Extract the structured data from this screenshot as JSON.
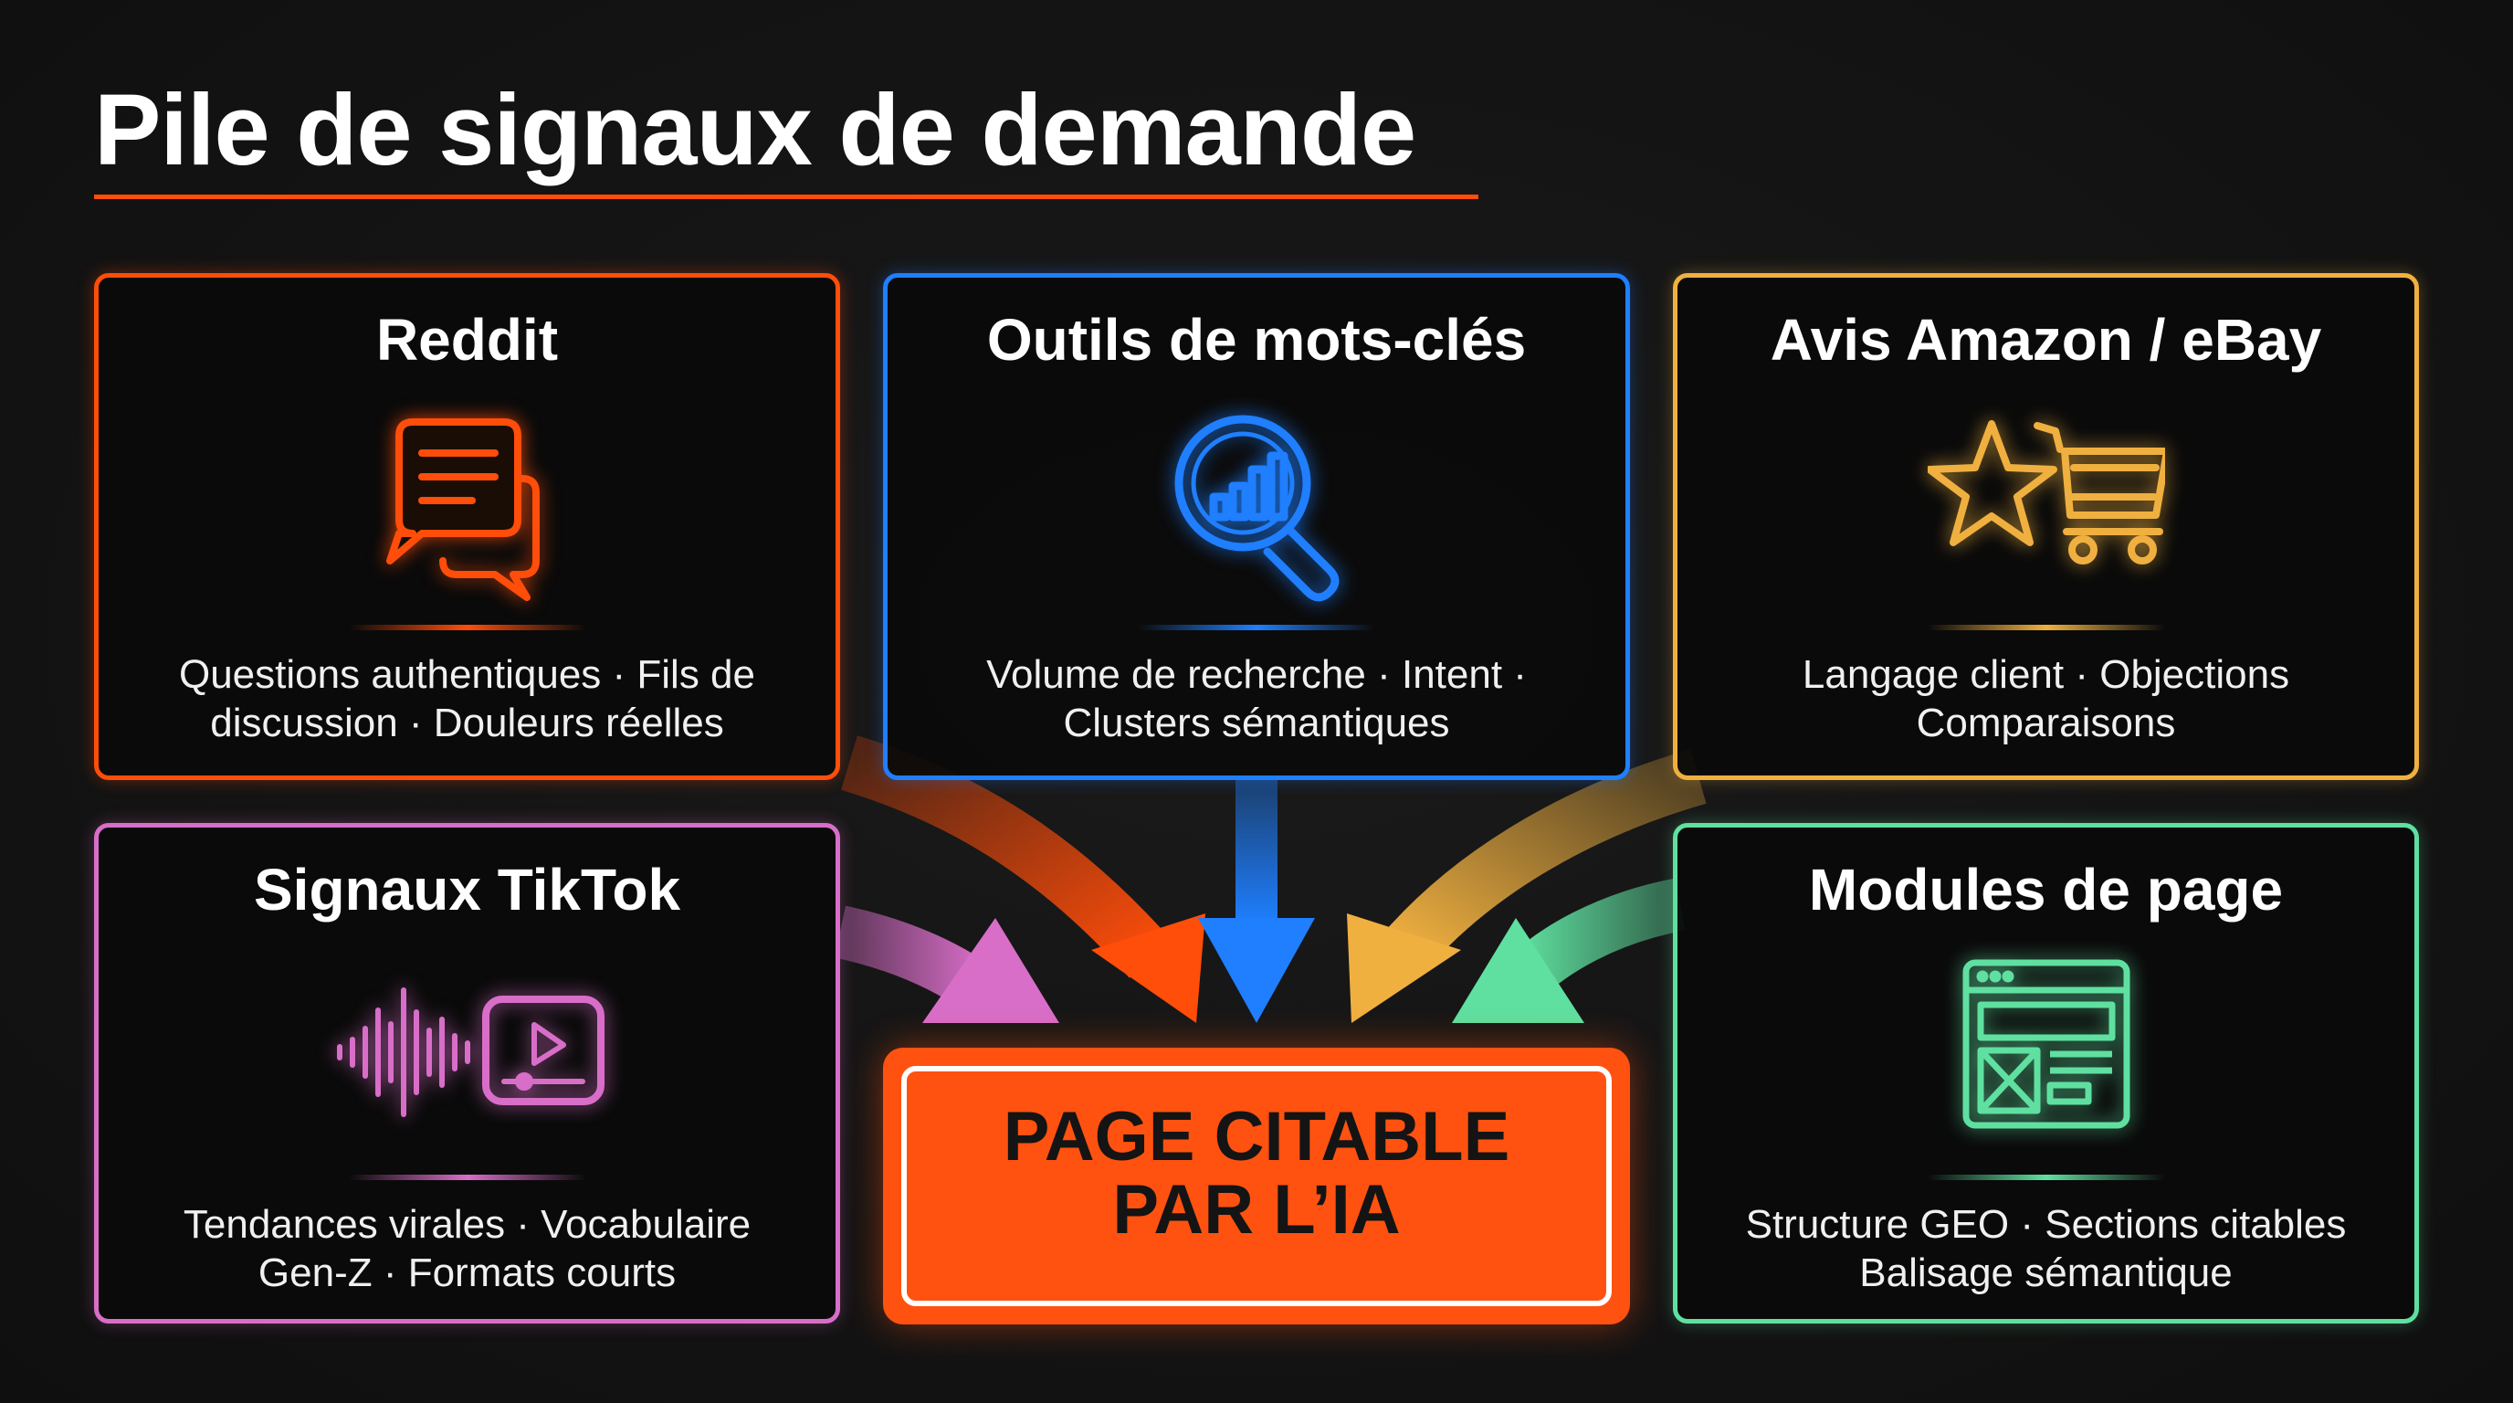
{
  "title": "Pile de signaux de demande",
  "colors": {
    "background": "#121212",
    "reddit": "#ff4d0a",
    "keywords": "#1f7fff",
    "reviews": "#f0b040",
    "tiktok": "#d86ec8",
    "modules": "#5fe0a0",
    "center": "#ff5210"
  },
  "cards": {
    "reddit": {
      "title": "Reddit",
      "icon": "chat-bubbles-icon",
      "desc_line1": "Questions authentiques · Fils de",
      "desc_line2": "discussion · Douleurs réelles"
    },
    "keywords": {
      "title": "Outils de mots-clés",
      "icon": "magnifier-chart-icon",
      "desc_line1": "Volume de recherche · Intent ·",
      "desc_line2": "Clusters sémantiques"
    },
    "reviews": {
      "title": "Avis Amazon / eBay",
      "icon": "star-cart-icon",
      "desc_line1": "Langage client · Objections",
      "desc_line2": "Comparaisons"
    },
    "tiktok": {
      "title": "Signaux TikTok",
      "icon": "audio-video-icon",
      "desc_line1": "Tendances virales · Vocabulaire",
      "desc_line2": "Gen-Z · Formats courts"
    },
    "modules": {
      "title": "Modules de page",
      "icon": "webpage-layout-icon",
      "desc_line1": "Structure GEO · Sections citables",
      "desc_line2": "Balisage sémantique"
    }
  },
  "center": {
    "line1": "PAGE CITABLE",
    "line2": "PAR L’IA"
  }
}
